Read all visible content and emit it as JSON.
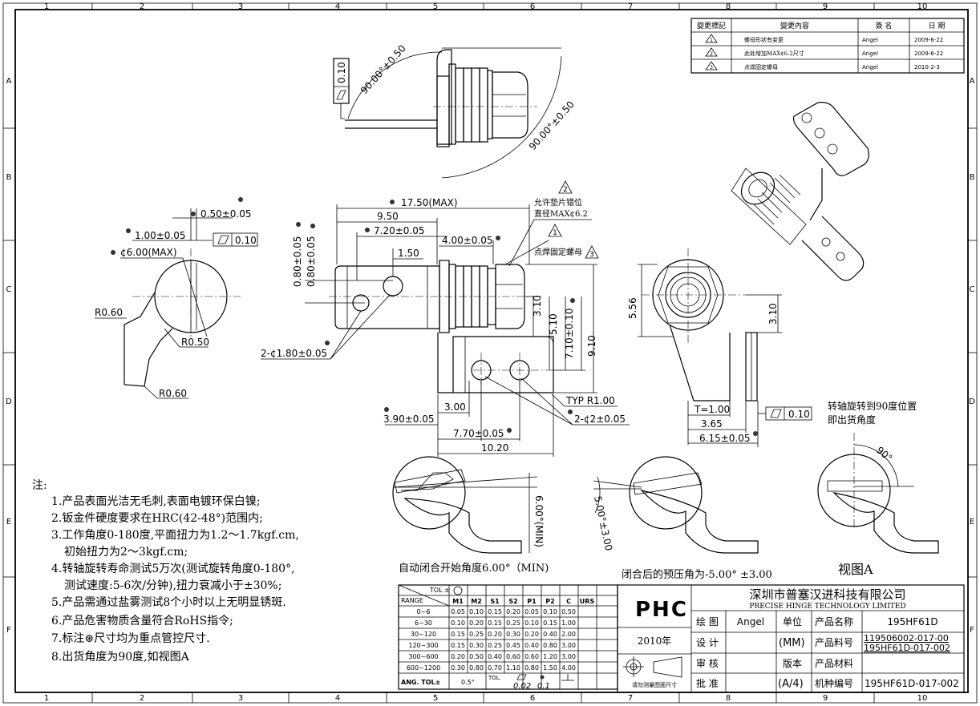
{
  "frame": {
    "col_labels": [
      "1",
      "2",
      "3",
      "4",
      "5",
      "6",
      "7",
      "8",
      "9",
      "10"
    ],
    "row_labels": [
      "A",
      "B",
      "C",
      "D",
      "E",
      "F"
    ]
  },
  "revision_table": {
    "headers": [
      "變更標記",
      "變更內容",
      "簽 名",
      "日 期"
    ],
    "rows": [
      {
        "mark": "1",
        "content": "螺母形状有变更",
        "signer": "Angel",
        "date": "2009-6-22"
      },
      {
        "mark": "2",
        "content": "此处增加MAX¢6.2尺寸",
        "signer": "Angel",
        "date": "2009-6-22"
      },
      {
        "mark": "3",
        "content": "点焊固定螺母",
        "signer": "Angel",
        "date": "2010-2-3"
      }
    ]
  },
  "top_view": {
    "flatness": "0.10",
    "angle1": "90.00°±0.50",
    "angle2": "90.00°±0.50"
  },
  "left_view": {
    "dim_050": "0.50±0.05",
    "dim_100": "1.00±0.05",
    "flatness": "0.10",
    "dia": "¢6.00(MAX)",
    "r060": "R0.60",
    "r050": "R0.50",
    "r060b": "R0.60"
  },
  "front_view": {
    "d1750": "17.50(MAX)",
    "d950": "9.50",
    "d720": "7.20±0.05",
    "d400": "4.00±0.05",
    "d150": "1.50",
    "d080a": "0.80±0.05",
    "d080b": "0.80±0.05",
    "holes": "2-¢1.80±0.05",
    "note_washer_1": "允许垫片错位",
    "note_washer_2": "直径MAX¢6.2",
    "note_weld": "点焊固定螺母",
    "d310": "3.10",
    "d510": "5.10",
    "d710": "7.10±0.10",
    "d910": "9.10",
    "typ_r": "TYP  R1.00",
    "holes2": "2-¢2±0.05",
    "d300": "3.00",
    "d390": "3.90±0.05",
    "d770": "7.70±0.05",
    "d1020": "10.20",
    "flag1": "1",
    "flag2": "2",
    "flag3": "3"
  },
  "side_view": {
    "d556": "5.56",
    "d310": "3.10",
    "t": "T=1.00",
    "d365": "3.65",
    "d615": "6.15±0.05",
    "flatness": "0.10",
    "note1": "转轴旋转到90度位置",
    "note2": "即出货角度"
  },
  "bottom_views": {
    "min6": "6.00°(MIN)",
    "cap1": "自动闭合开始角度6.00°（MIN)",
    "pre5": "5.00°±3.00",
    "cap2": "闭合后的预压角为-5.00° ±3.00",
    "deg90": "90°",
    "view_a": "视图A"
  },
  "notes": {
    "title": "注:",
    "items": [
      "1.产品表面光洁无毛刺,表面电镀环保白镍;",
      "2.钣金件硬度要求在HRC(42-48°)范围内;",
      "3.工作角度0-180度,平面扭力为1.2～1.7kgf.cm,",
      "初始扭力为2～3kgf.cm;",
      "4.转轴旋转寿命测试5万次(测试旋转角度0-180°,",
      "测试速度:5-6次/分钟),扭力衰减小于±30%;",
      "5.产品需通过盐雾测试8个小时以上无明显锈斑.",
      "6.产品危害物质含量符合RoHS指令;",
      "7.标注⊛尺寸均为重点管控尺寸.",
      "8.出货角度为90度,如视图A"
    ]
  },
  "tolerance_table": {
    "tol_label": "TOL ±",
    "range_label": "RANGE",
    "cols": [
      "M1",
      "M2",
      "S1",
      "S2",
      "P1",
      "P2",
      "C",
      "URS"
    ],
    "rows": [
      {
        "range": "0~6",
        "vals": [
          "0.05",
          "0.10",
          "0.15",
          "0.20",
          "0.05",
          "0.10",
          "0.50",
          ""
        ]
      },
      {
        "range": "6~30",
        "vals": [
          "0.10",
          "0.20",
          "0.15",
          "0.25",
          "0.10",
          "0.15",
          "1.00",
          ""
        ]
      },
      {
        "range": "30~120",
        "vals": [
          "0.15",
          "0.25",
          "0.20",
          "0.30",
          "0.20",
          "0.40",
          "2.00",
          ""
        ]
      },
      {
        "range": "120~300",
        "vals": [
          "0.15",
          "0.30",
          "0.25",
          "0.45",
          "0.40",
          "0.80",
          "3.00",
          ""
        ]
      },
      {
        "range": "300~600",
        "vals": [
          "0.20",
          "0.50",
          "0.40",
          "0.60",
          "0.60",
          "1.20",
          "3.00",
          ""
        ]
      },
      {
        "range": "600~1200",
        "vals": [
          "0.30",
          "0.80",
          "0.70",
          "1.10",
          "0.80",
          "1.50",
          "4.00",
          ""
        ]
      }
    ],
    "ang_label": "ANG.  TOL±",
    "ang_val": "0.5°",
    "tol_sym": "TOL.",
    "gd1": "0.02",
    "gd2": "0.1"
  },
  "title_block": {
    "logo": "PHC",
    "company_cn": "深圳市普塞汉进科技有限公司",
    "company_en": "PRECISE HINGE TECHNOLOGY LIMITED",
    "year": "2010年",
    "projection_note": "请勿测量图面尺寸",
    "drawn_label": "绘 图",
    "drawn_by": "Angel",
    "unit_label": "单位",
    "unit": "(MM)",
    "name_label": "产品名称",
    "name": "195HF61D",
    "design_label": "设 计",
    "part_label": "产品料号",
    "part_no_1": "119506002-017-00",
    "part_no_2": "195HF61D-017-002",
    "check_label": "审 核",
    "version_label": "版本",
    "material_label": "产品材料",
    "approve_label": "批 准",
    "scale": "(A/4)",
    "model_label": "机种编号",
    "model": "195HF61D-017-002"
  }
}
